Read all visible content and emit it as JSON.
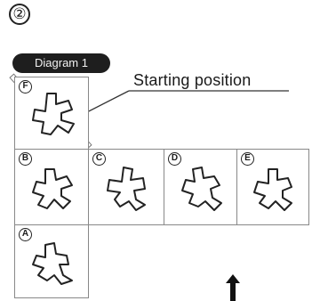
{
  "header": {
    "step_number": "②",
    "diagram_label": "Diagram 1"
  },
  "annotation": {
    "starting_position": "Starting position"
  },
  "positions": [
    {
      "id": "F",
      "label": "F",
      "rotation_deg": 0
    },
    {
      "id": "B",
      "label": "B",
      "rotation_deg": 0
    },
    {
      "id": "C",
      "label": "C",
      "rotation_deg": 0
    },
    {
      "id": "D",
      "label": "D",
      "rotation_deg": 0
    },
    {
      "id": "E",
      "label": "E",
      "rotation_deg": 0
    },
    {
      "id": "A",
      "label": "A",
      "rotation_deg": 0
    }
  ],
  "icons": {
    "direction_arrow": "up-arrow-icon"
  }
}
